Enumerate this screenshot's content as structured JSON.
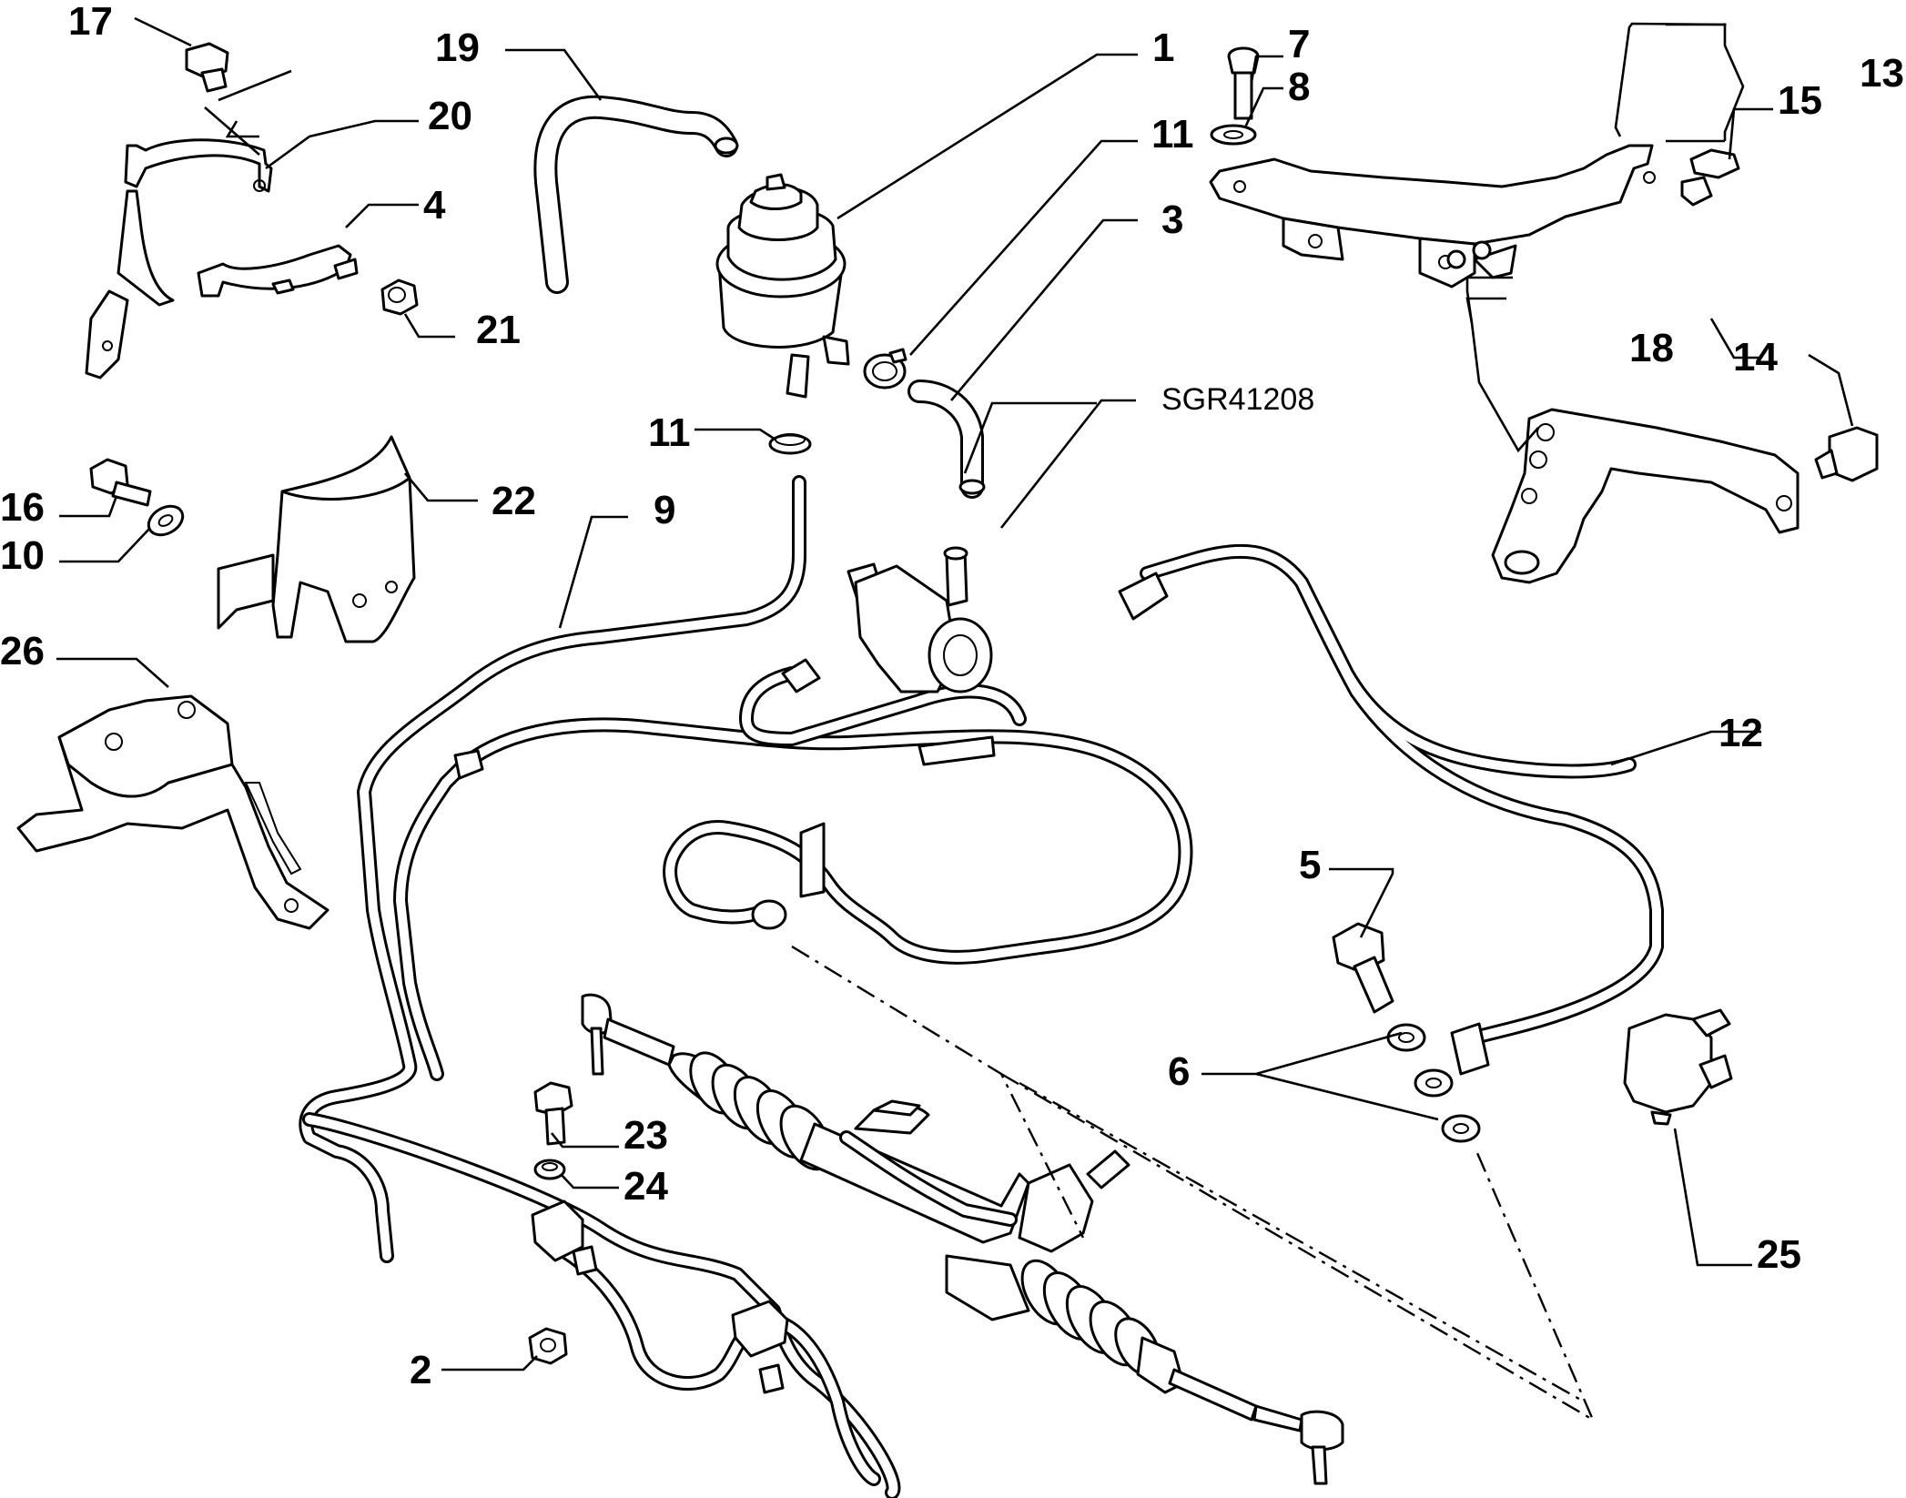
{
  "diagram": {
    "reference_code": "SGR41208",
    "callouts": {
      "c1": "1",
      "c2": "2",
      "c3": "3",
      "c4": "4",
      "c5": "5",
      "c6": "6",
      "c7": "7",
      "c8": "8",
      "c9": "9",
      "c10": "10",
      "c11a": "11",
      "c11b": "11",
      "c12": "12",
      "c13": "13",
      "c14": "14",
      "c15": "15",
      "c16": "16",
      "c17": "17",
      "c18": "18",
      "c19": "19",
      "c20": "20",
      "c21": "21",
      "c22": "22",
      "c23": "23",
      "c24": "24",
      "c25": "25",
      "c26": "26"
    }
  }
}
